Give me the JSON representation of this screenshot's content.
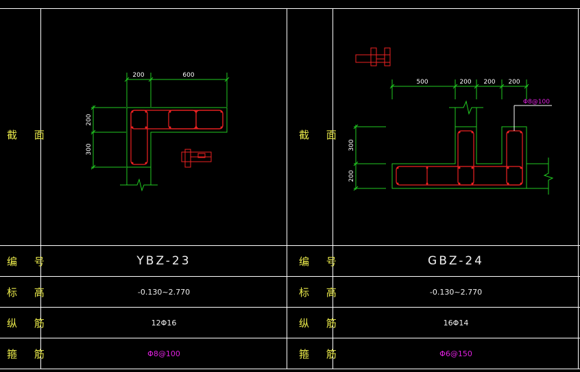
{
  "row_labels": {
    "section": "截 面",
    "code": "编 号",
    "elevation": "标 高",
    "longitudinal": "纵 筋",
    "stirrup": "箍 筋"
  },
  "columns": [
    {
      "code": "YBZ-23",
      "elevation": "-0.130~2.770",
      "longitudinal": "12Φ16",
      "stirrup": "Φ8@100",
      "dims_top": [
        "200",
        "600"
      ],
      "dims_left": [
        "200",
        "300"
      ]
    },
    {
      "code": "GBZ-24",
      "elevation": "-0.130~2.770",
      "longitudinal": "16Φ14",
      "stirrup": "Φ6@150",
      "dims_top": [
        "500",
        "200",
        "200",
        "200"
      ],
      "dims_left": [
        "300",
        "200"
      ],
      "annotation": "Φ8@100"
    }
  ],
  "colors": {
    "grid": "#ffffff",
    "outline": "#22cc22",
    "rebar": "#ee2222",
    "label": "#e8e84a",
    "magenta": "#e020e0"
  }
}
